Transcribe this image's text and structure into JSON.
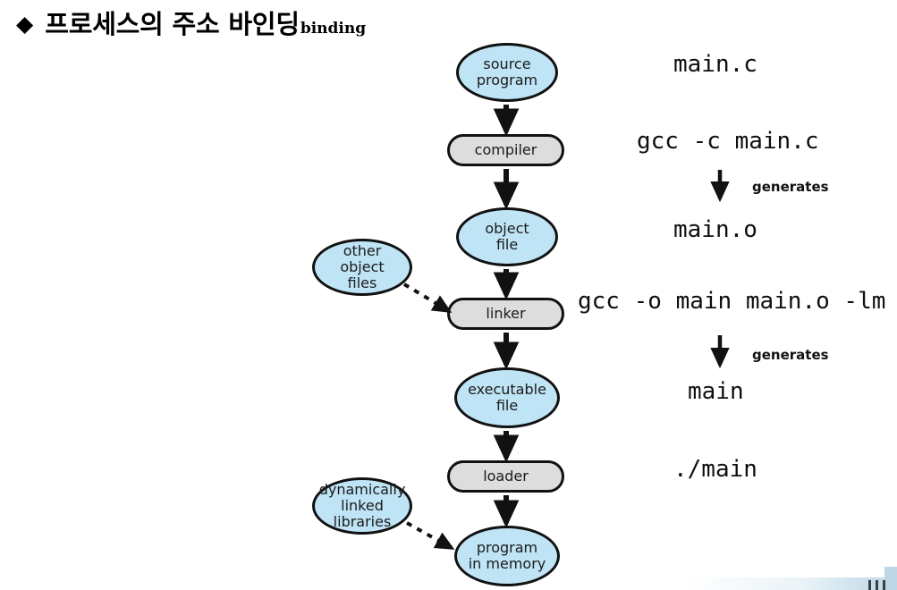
{
  "slide": {
    "bullet_glyph": "◆",
    "title_main": "프로세스의 주소 바인딩",
    "title_superscript": "binding",
    "background_color": "#ffffff"
  },
  "palette": {
    "ellipse_fill": "#bfe4f5",
    "stadium_fill": "#dddddd",
    "stroke": "#111111",
    "text": "#1b1b1b",
    "deco": "#bcd6e6"
  },
  "diagram": {
    "type": "flowchart",
    "title": "Compilation and loading pipeline",
    "nodes": [
      {
        "id": "source-program",
        "shape": "ellipse",
        "lines": [
          "source",
          "program"
        ]
      },
      {
        "id": "compiler",
        "shape": "stadium",
        "lines": [
          "compiler"
        ]
      },
      {
        "id": "object-file",
        "shape": "ellipse",
        "lines": [
          "object",
          "file"
        ]
      },
      {
        "id": "other-object-files",
        "shape": "ellipse",
        "lines": [
          "other",
          "object",
          "files"
        ]
      },
      {
        "id": "linker",
        "shape": "stadium",
        "lines": [
          "linker"
        ]
      },
      {
        "id": "executable-file",
        "shape": "ellipse",
        "lines": [
          "executable",
          "file"
        ]
      },
      {
        "id": "loader",
        "shape": "stadium",
        "lines": [
          "loader"
        ]
      },
      {
        "id": "dynamically-linked-libraries",
        "shape": "ellipse",
        "lines": [
          "dynamically",
          "linked",
          "libraries"
        ]
      },
      {
        "id": "program-in-memory",
        "shape": "ellipse",
        "lines": [
          "program",
          "in memory"
        ]
      }
    ],
    "edges": [
      {
        "from": "source-program",
        "to": "compiler",
        "style": "solid"
      },
      {
        "from": "compiler",
        "to": "object-file",
        "style": "solid"
      },
      {
        "from": "object-file",
        "to": "linker",
        "style": "solid"
      },
      {
        "from": "other-object-files",
        "to": "linker",
        "style": "dashed"
      },
      {
        "from": "linker",
        "to": "executable-file",
        "style": "solid"
      },
      {
        "from": "executable-file",
        "to": "loader",
        "style": "solid"
      },
      {
        "from": "loader",
        "to": "program-in-memory",
        "style": "solid"
      },
      {
        "from": "dynamically-linked-libraries",
        "to": "program-in-memory",
        "style": "dashed"
      }
    ]
  },
  "commands": {
    "source_file": "main.c",
    "compile": "gcc -c main.c",
    "object_file": "main.o",
    "link": "gcc -o main main.o -lm",
    "executable": "main",
    "run": "./main",
    "generates_label_1": "generates",
    "generates_label_2": "generates"
  }
}
